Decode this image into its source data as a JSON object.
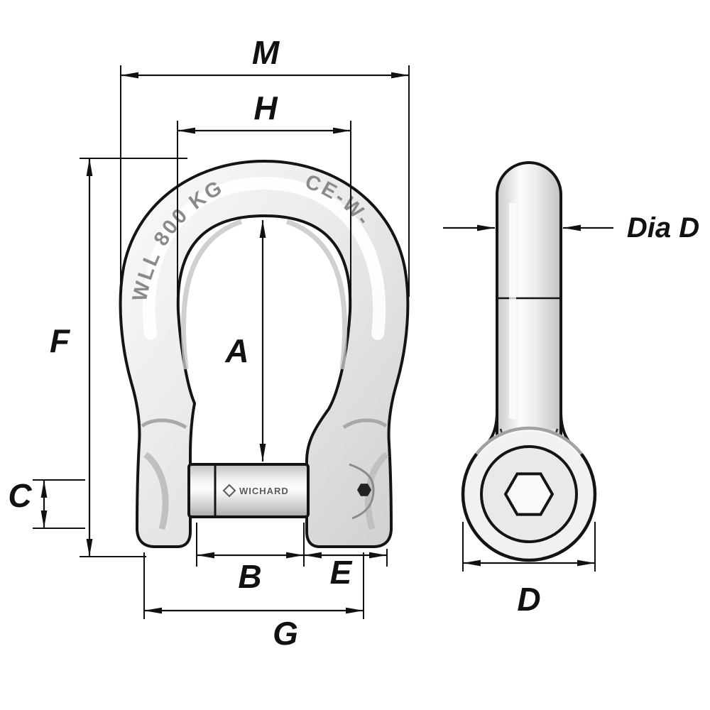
{
  "diagram": {
    "type": "technical-drawing",
    "subject": "Self-locking bow shackle dimensional drawing, front and side views",
    "views": {
      "front": {
        "engraving_left": "WLL 800 KG",
        "engraving_right": "CE-W-",
        "pin_brand": "WICHARD",
        "dim_labels": {
          "M": "M",
          "H": "H",
          "A": "A",
          "F": "F",
          "C": "C",
          "B": "B",
          "E": "E",
          "G": "G"
        }
      },
      "side": {
        "dim_labels": {
          "dia_d": "Dia D",
          "D": "D"
        }
      }
    },
    "colors": {
      "line": "#111111",
      "background": "#ffffff",
      "metal_light": "#fbfbfb",
      "metal_mid": "#d8d8d8",
      "metal_dark": "#9e9e9e",
      "engraving": "#8a8a8a"
    }
  }
}
